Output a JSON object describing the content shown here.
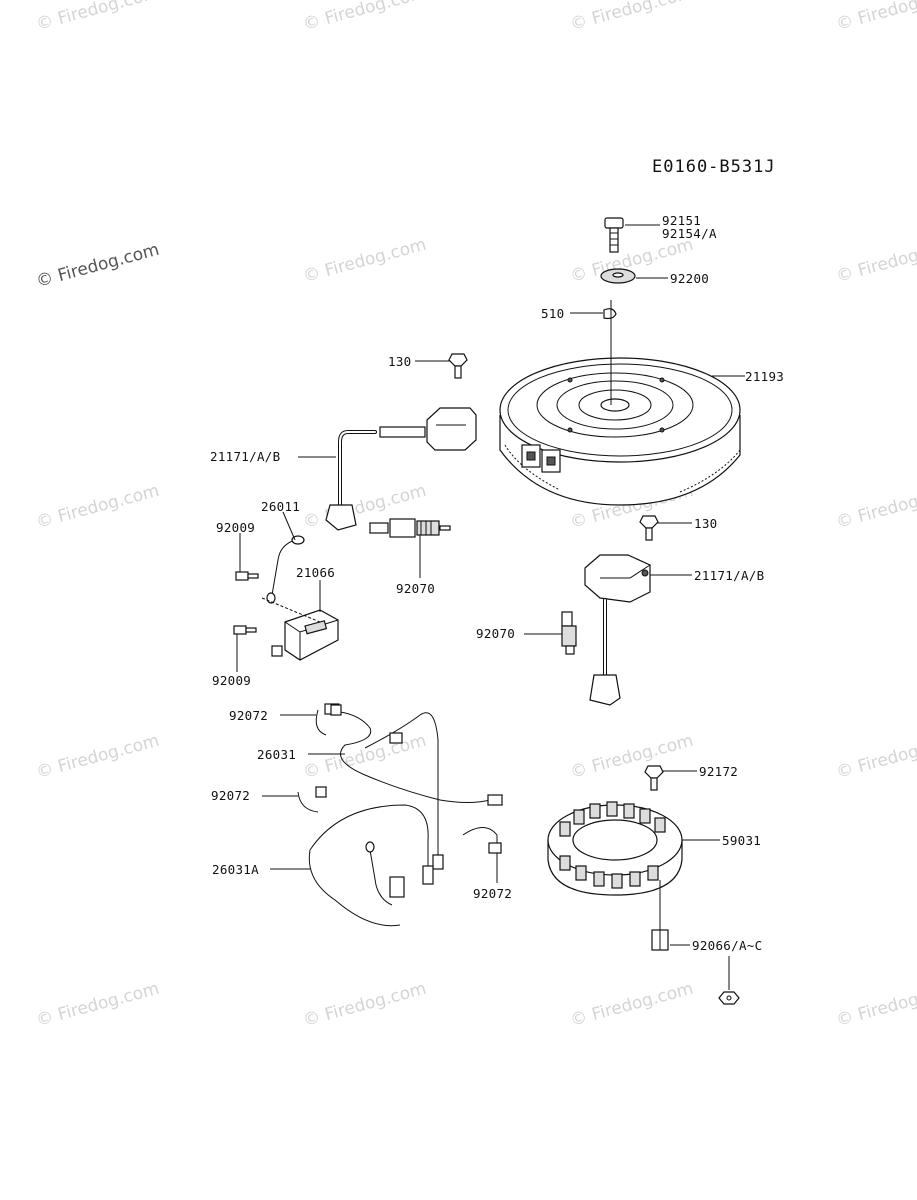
{
  "diagram": {
    "code": "E0160-B531J",
    "watermark_main": "© Firedog.com",
    "watermark_tile": "© Firedog.com",
    "labels": [
      {
        "id": "p92151",
        "text": "92151"
      },
      {
        "id": "p92154",
        "text": "92154/A"
      },
      {
        "id": "p92200",
        "text": "92200"
      },
      {
        "id": "p510",
        "text": "510"
      },
      {
        "id": "p130a",
        "text": "130"
      },
      {
        "id": "p21193",
        "text": "21193"
      },
      {
        "id": "p21171a",
        "text": "21171/A/B"
      },
      {
        "id": "p26011",
        "text": "26011"
      },
      {
        "id": "p92009a",
        "text": "92009"
      },
      {
        "id": "p21066",
        "text": "21066"
      },
      {
        "id": "p92070a",
        "text": "92070"
      },
      {
        "id": "p130b",
        "text": "130"
      },
      {
        "id": "p21171b",
        "text": "21171/A/B"
      },
      {
        "id": "p92070b",
        "text": "92070"
      },
      {
        "id": "p92009b",
        "text": "92009"
      },
      {
        "id": "p92072a",
        "text": "92072"
      },
      {
        "id": "p26031",
        "text": "26031"
      },
      {
        "id": "p92072b",
        "text": "92072"
      },
      {
        "id": "p92172",
        "text": "92172"
      },
      {
        "id": "p59031",
        "text": "59031"
      },
      {
        "id": "p26031A",
        "text": "26031A"
      },
      {
        "id": "p92072c",
        "text": "92072"
      },
      {
        "id": "p92066",
        "text": "92066/A~C"
      }
    ]
  }
}
